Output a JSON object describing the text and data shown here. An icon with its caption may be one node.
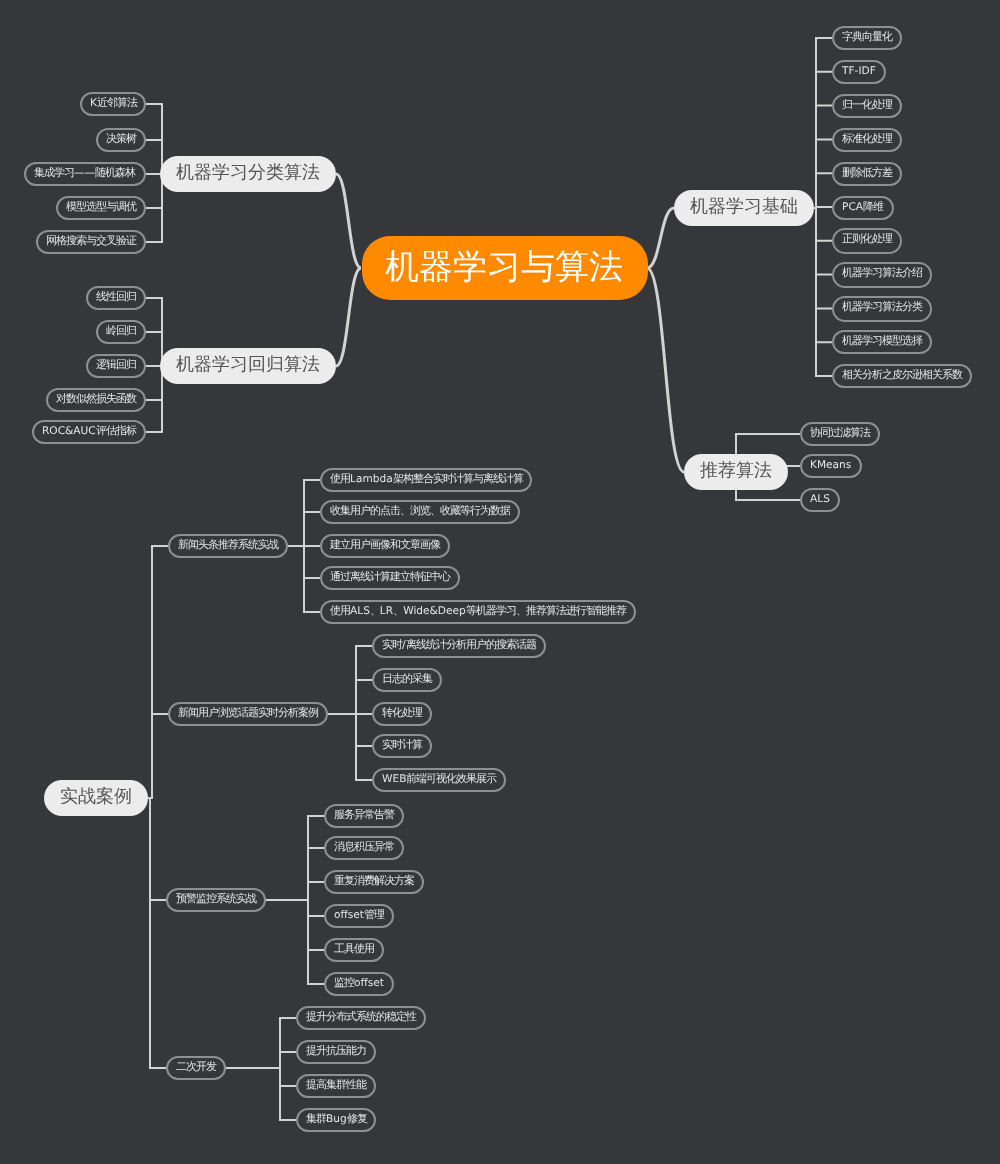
{
  "diagram": {
    "nodes": [
      {
        "text": [
          "机器学习与算法"
        ]
      },
      {
        "text": [
          "机器学习分类算法"
        ]
      },
      {
        "text": [
          "K近邻算法"
        ]
      },
      {
        "text": [
          "决策树"
        ]
      },
      {
        "text": [
          "集成学习——随机森林"
        ]
      },
      {
        "text": [
          "模型选型与调优"
        ]
      },
      {
        "text": [
          "网格搜索与交叉验证"
        ]
      },
      {
        "text": [
          "机器学习回归算法"
        ]
      },
      {
        "text": [
          "线性回归"
        ]
      },
      {
        "text": [
          "岭回归"
        ]
      },
      {
        "text": [
          "逻辑回归"
        ]
      },
      {
        "text": [
          "对数似然损失函数"
        ]
      },
      {
        "text": [
          "ROC&AUC评估指标"
        ]
      },
      {
        "text": [
          "机器学习基础"
        ]
      },
      {
        "text": [
          "字典向量化"
        ]
      },
      {
        "text": [
          "TF-IDF"
        ]
      },
      {
        "text": [
          "归一化处理"
        ]
      },
      {
        "text": [
          "标准化处理"
        ]
      },
      {
        "text": [
          "删除低方差"
        ]
      },
      {
        "text": [
          "PCA降维"
        ]
      },
      {
        "text": [
          "正则化处理"
        ]
      },
      {
        "text": [
          "机器学习算法介绍"
        ]
      },
      {
        "text": [
          "机器学习算法分类"
        ]
      },
      {
        "text": [
          "机器学习模型选择"
        ]
      },
      {
        "text": [
          "相关分析之皮尔逊相关系数"
        ]
      },
      {
        "text": [
          "推荐算法"
        ]
      },
      {
        "text": [
          "协同过滤算法"
        ]
      },
      {
        "text": [
          "KMeans"
        ]
      },
      {
        "text": [
          "ALS"
        ]
      },
      {
        "text": [
          "实战案例"
        ]
      },
      {
        "text": [
          "新闻头条推荐系统实战"
        ]
      },
      {
        "text": [
          "使用Lambda架构整合实时计算与离线计算"
        ]
      },
      {
        "text": [
          "收集用户的点击、浏览、收藏等行为数据"
        ]
      },
      {
        "text": [
          "建立用户画像和文章画像"
        ]
      },
      {
        "text": [
          "通过离线计算建立特征中心"
        ]
      },
      {
        "text": [
          "使用ALS、LR、Wide&Deep等机器学习、推荐算法进行智能推荐"
        ]
      },
      {
        "text": [
          "新闻用户浏览话题实时分析案例"
        ]
      },
      {
        "text": [
          "实时/离线统计分析用户的搜索话题"
        ]
      },
      {
        "text": [
          "日志的采集"
        ]
      },
      {
        "text": [
          "转化处理"
        ]
      },
      {
        "text": [
          "实时计算"
        ]
      },
      {
        "text": [
          "WEB前端可视化效果展示"
        ]
      },
      {
        "text": [
          "预警监控系统实战"
        ]
      },
      {
        "text": [
          "服务异常告警"
        ]
      },
      {
        "text": [
          "消息积压异常"
        ]
      },
      {
        "text": [
          "重复消费解决方案"
        ]
      },
      {
        "text": [
          "offset管理"
        ]
      },
      {
        "text": [
          "工具使用"
        ]
      },
      {
        "text": [
          "监控offset"
        ]
      },
      {
        "text": [
          "二次开发"
        ]
      },
      {
        "text": [
          "提升分布式系统的稳定性"
        ]
      },
      {
        "text": [
          "提升抗压能力"
        ]
      },
      {
        "text": [
          "提高集群性能"
        ]
      },
      {
        "text": [
          "集群Bug修复"
        ]
      }
    ],
    "edges": [
      {
        "from": 0,
        "to": 1,
        "arrow": "none"
      },
      {
        "from": 0,
        "to": 7,
        "arrow": "none"
      },
      {
        "from": 0,
        "to": 13,
        "arrow": "none"
      },
      {
        "from": 0,
        "to": 25,
        "arrow": "none"
      },
      {
        "from": 1,
        "to": 2,
        "arrow": "none"
      },
      {
        "from": 1,
        "to": 3,
        "arrow": "none"
      },
      {
        "from": 1,
        "to": 4,
        "arrow": "none"
      },
      {
        "from": 1,
        "to": 5,
        "arrow": "none"
      },
      {
        "from": 1,
        "to": 6,
        "arrow": "none"
      },
      {
        "from": 7,
        "to": 8,
        "arrow": "none"
      },
      {
        "from": 7,
        "to": 9,
        "arrow": "none"
      },
      {
        "from": 7,
        "to": 10,
        "arrow": "none"
      },
      {
        "from": 7,
        "to": 11,
        "arrow": "none"
      },
      {
        "from": 7,
        "to": 12,
        "arrow": "none"
      },
      {
        "from": 13,
        "to": 14,
        "arrow": "none"
      },
      {
        "from": 13,
        "to": 15,
        "arrow": "none"
      },
      {
        "from": 13,
        "to": 16,
        "arrow": "none"
      },
      {
        "from": 13,
        "to": 17,
        "arrow": "none"
      },
      {
        "from": 13,
        "to": 18,
        "arrow": "none"
      },
      {
        "from": 13,
        "to": 19,
        "arrow": "none"
      },
      {
        "from": 13,
        "to": 20,
        "arrow": "none"
      },
      {
        "from": 13,
        "to": 21,
        "arrow": "none"
      },
      {
        "from": 13,
        "to": 22,
        "arrow": "none"
      },
      {
        "from": 13,
        "to": 23,
        "arrow": "none"
      },
      {
        "from": 13,
        "to": 24,
        "arrow": "none"
      },
      {
        "from": 25,
        "to": 26,
        "arrow": "none"
      },
      {
        "from": 25,
        "to": 27,
        "arrow": "none"
      },
      {
        "from": 25,
        "to": 28,
        "arrow": "none"
      },
      {
        "from": 29,
        "to": 30,
        "arrow": "none"
      },
      {
        "from": 29,
        "to": 36,
        "arrow": "none"
      },
      {
        "from": 29,
        "to": 42,
        "arrow": "none"
      },
      {
        "from": 29,
        "to": 49,
        "arrow": "none"
      },
      {
        "from": 30,
        "to": 31,
        "arrow": "none"
      },
      {
        "from": 30,
        "to": 32,
        "arrow": "none"
      },
      {
        "from": 30,
        "to": 33,
        "arrow": "none"
      },
      {
        "from": 30,
        "to": 34,
        "arrow": "none"
      },
      {
        "from": 30,
        "to": 35,
        "arrow": "none"
      },
      {
        "from": 36,
        "to": 37,
        "arrow": "none"
      },
      {
        "from": 36,
        "to": 38,
        "arrow": "none"
      },
      {
        "from": 36,
        "to": 39,
        "arrow": "none"
      },
      {
        "from": 36,
        "to": 40,
        "arrow": "none"
      },
      {
        "from": 36,
        "to": 41,
        "arrow": "none"
      },
      {
        "from": 42,
        "to": 43,
        "arrow": "none"
      },
      {
        "from": 42,
        "to": 44,
        "arrow": "none"
      },
      {
        "from": 42,
        "to": 45,
        "arrow": "none"
      },
      {
        "from": 42,
        "to": 46,
        "arrow": "none"
      },
      {
        "from": 42,
        "to": 47,
        "arrow": "none"
      },
      {
        "from": 42,
        "to": 48,
        "arrow": "none"
      },
      {
        "from": 49,
        "to": 50,
        "arrow": "none"
      },
      {
        "from": 49,
        "to": 51,
        "arrow": "none"
      },
      {
        "from": 49,
        "to": 52,
        "arrow": "none"
      },
      {
        "from": 49,
        "to": 53,
        "arrow": "none"
      }
    ]
  }
}
